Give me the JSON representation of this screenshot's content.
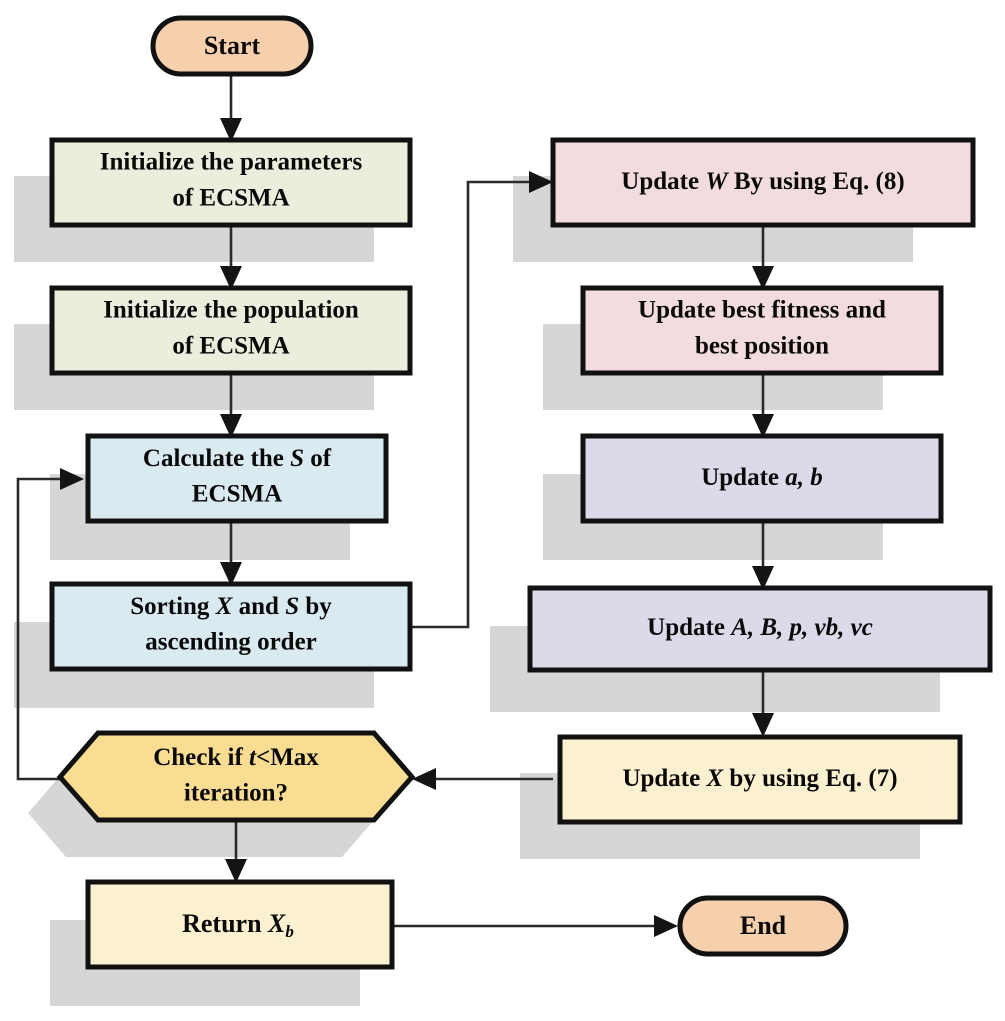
{
  "diagram": {
    "title": "ECSMA algorithm flowchart",
    "colors": {
      "terminal_fill": "#f6cfac",
      "init_fill": "#eaeedc",
      "calc_fill": "#d9eaf1",
      "update_pink_fill": "#f3dcdd",
      "update_purple_fill": "#ded9e9",
      "decision_fill": "#f9dd93",
      "output_fill": "#fbf0cf",
      "stroke": "#111111",
      "shadow": "#d6d6d6",
      "connector": "#2a2a2a",
      "text": "#0a0a0a"
    },
    "nodes": {
      "start": {
        "label": "Start",
        "shape": "terminator"
      },
      "init_params": {
        "line1": "Initialize the parameters",
        "line2": "of ECSMA",
        "shape": "process"
      },
      "init_population": {
        "line1": "Initialize the population",
        "line2": "of ECSMA",
        "shape": "process"
      },
      "calculate_s": {
        "pre": "Calculate the ",
        "var": "S",
        "post": " of",
        "line2": "ECSMA",
        "shape": "process"
      },
      "sorting": {
        "pre": "Sorting ",
        "var1": "X",
        "mid": " and ",
        "var2": "S",
        "post": " by",
        "line2": "ascending order",
        "shape": "process"
      },
      "check_iteration": {
        "pre": "Check if ",
        "var": "t",
        "post": "<Max",
        "line2": "iteration?",
        "shape": "decision"
      },
      "return_xb": {
        "pre": "Return ",
        "var": "X",
        "subscript": "b",
        "shape": "process"
      },
      "end": {
        "label": "End",
        "shape": "terminator"
      },
      "update_w": {
        "pre": "Update ",
        "var": "W",
        "post": " By using Eq. (8)",
        "shape": "process"
      },
      "update_best": {
        "line1": "Update best fitness and",
        "line2": "best position",
        "shape": "process"
      },
      "update_ab": {
        "pre": "Update ",
        "var": "a, b",
        "shape": "process"
      },
      "update_abpvbvc": {
        "pre": "Update ",
        "var": "A, B, p, vb, vc",
        "shape": "process"
      },
      "update_x": {
        "pre": "Update ",
        "var": "X",
        "post": " by using Eq. (7)",
        "shape": "process"
      }
    },
    "edges": [
      {
        "from": "start",
        "to": "init_params",
        "type": "down"
      },
      {
        "from": "init_params",
        "to": "init_population",
        "type": "down"
      },
      {
        "from": "init_population",
        "to": "calculate_s",
        "type": "down"
      },
      {
        "from": "calculate_s",
        "to": "sorting",
        "type": "down"
      },
      {
        "from": "sorting",
        "to": "update_w",
        "type": "right-up-right"
      },
      {
        "from": "update_w",
        "to": "update_best",
        "type": "down"
      },
      {
        "from": "update_best",
        "to": "update_ab",
        "type": "down"
      },
      {
        "from": "update_ab",
        "to": "update_abpvbvc",
        "type": "down"
      },
      {
        "from": "update_abpvbvc",
        "to": "update_x",
        "type": "down"
      },
      {
        "from": "update_x",
        "to": "check_iteration",
        "type": "left"
      },
      {
        "from": "check_iteration",
        "to": "calculate_s",
        "type": "left-up-right"
      },
      {
        "from": "check_iteration",
        "to": "return_xb",
        "type": "down"
      },
      {
        "from": "return_xb",
        "to": "end",
        "type": "right"
      }
    ]
  }
}
